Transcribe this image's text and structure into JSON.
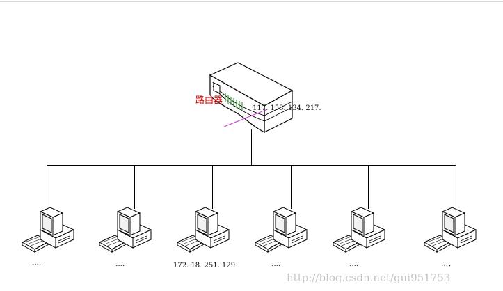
{
  "router": {
    "label": "路由器",
    "ip": "117. 158. 134. 217.",
    "label_color": "#d40000",
    "led_color": "#2f9e2f",
    "cable_color": "#cc33cc"
  },
  "pcs": [
    {
      "label": "…."
    },
    {
      "label": "…."
    },
    {
      "label": "172. 18. 251. 129"
    },
    {
      "label": "…."
    },
    {
      "label": "…."
    },
    {
      "label": "…、"
    }
  ],
  "watermark": "http://blog.csdn.net/gui951753",
  "colors": {
    "line": "#000000",
    "device_outline": "#000000",
    "device_fill": "#ffffff",
    "screen_fill": "#f0f0f0",
    "watermark": "#c4c4c4"
  }
}
